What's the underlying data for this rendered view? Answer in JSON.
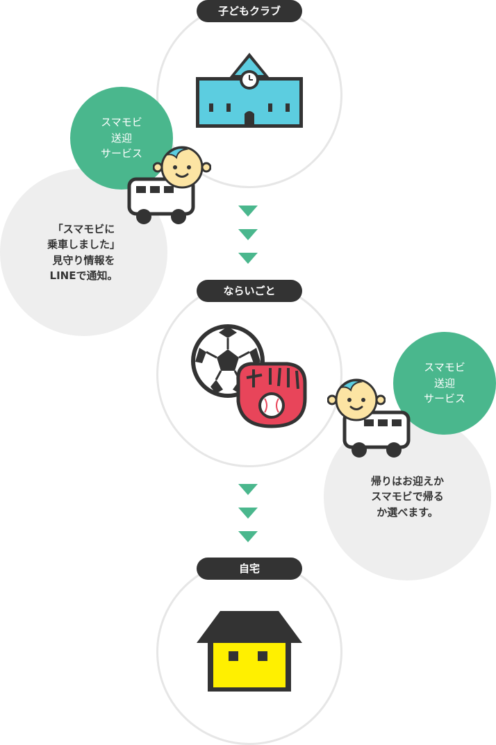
{
  "stages": [
    {
      "label": "子どもクラブ"
    },
    {
      "label": "ならいごと"
    },
    {
      "label": "自宅"
    }
  ],
  "service_badge_top": "スマモビ\n送迎\nサービス",
  "service_badge_mid": "スマモビ\n送迎\nサービス",
  "note_top": "「スマモビに\n乗車しました」\n見守り情報を\nLINEで通知。",
  "note_mid": "帰りはお迎えか\nスマモビで帰る\nか選べます。",
  "colors": {
    "accent_green": "#4ab78d",
    "pill_dark": "#333333",
    "school_blue": "#5ccde0",
    "glove_red": "#e8455a",
    "house_yellow": "#fff000",
    "circle_border": "#e6e6e6",
    "note_grey": "#eeeeee"
  },
  "icons": [
    "school-icon",
    "soccer-ball-icon",
    "baseball-glove-icon",
    "house-icon",
    "bus-icon",
    "child-face-icon",
    "down-arrow-icon"
  ]
}
